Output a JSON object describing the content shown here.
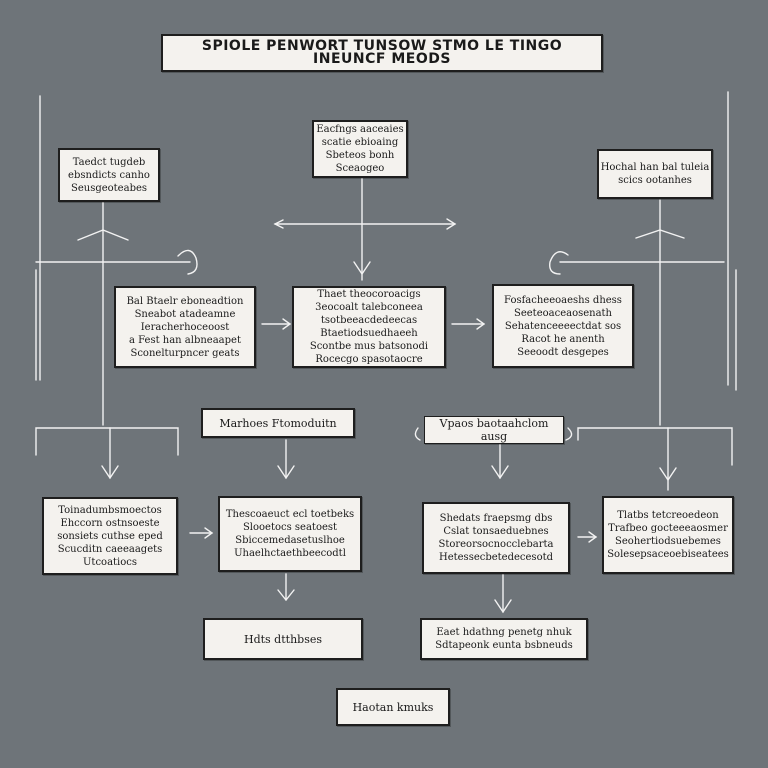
{
  "title": "SPIOLE PENWORT TUNSOW STMO LE TINGO INEUNCF MEODS",
  "top_left": [
    "Taedct tugdeb",
    "ebsndicts canho",
    "Seusgeoteabes"
  ],
  "top_center": [
    "Eacfngs aaceaies",
    "scatie ebioaing",
    "Sbeteos bonh",
    "Sceaogeo"
  ],
  "top_right": [
    "Hochal han bal tuleia",
    "scics ootanhes"
  ],
  "mid_left": [
    "Bal Btaelr eboneadtion",
    "Sneabot atadeamne",
    "Ieracherhoceoost",
    "a Fest han albneaapet",
    "Sconelturpncer geats"
  ],
  "mid_center": [
    "Thaet theocoroacigs",
    "3eocoalt talebconeea",
    "tsotbeeacdedeecas",
    "Btaetiodsuedhaeeh",
    "Scontbe mus batsonodi",
    "Rocecgo spasotaocre"
  ],
  "mid_right": [
    "Fosfacheeoaeshs dhess",
    "Seeteoaceaosenath",
    "Sehatenceeeectdat sos",
    "Racot he anenth",
    "Seeoodt desgepes"
  ],
  "label_left": "Marhoes Ftomoduitn",
  "label_right": "Vpaos baotaahclom ausg",
  "low_1": [
    "Toinadumbsmoectos",
    "Ehccorn ostnsoeste",
    "sonsiets cuthse eped",
    "Scucditn caeeaagets",
    "Utcoatiocs"
  ],
  "low_2": [
    "Thescoaeuct ecl toetbeks",
    "Slooetocs seatoest",
    "Sbiccemedasetuslhoe",
    "Uhaelhctaethbeecodtl"
  ],
  "low_3": [
    "Shedats fraepsmg dbs",
    "Cslat tonsaeduebnes",
    "Storeorsocnocclebarta",
    "Hetessecbetedecesotd"
  ],
  "low_4": [
    "Tlatbs tetcreoedeon",
    "Trafbeo gocteeeaosmer",
    "Seohertiodsuebemes",
    "Solesepsaceoebiseatees"
  ],
  "bottom_left": "Hdts dtthbses",
  "bottom_right": [
    "Eaet hdathng penetg nhuk",
    "Sdtapeonk eunta bsbneuds"
  ],
  "final": "Haotan kmuks"
}
